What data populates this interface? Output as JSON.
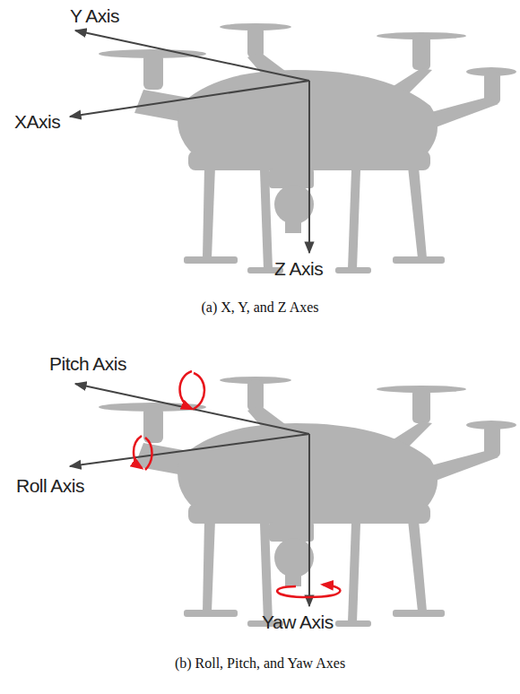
{
  "diagram": {
    "labels": [
      "Y Axis",
      "XAxis",
      "Z Axis",
      "(a) X, Y, and Z Axes",
      "Pitch Axis",
      "Roll Axis",
      "Yaw Axis",
      "(b) Roll, Pitch, and Yaw Axes"
    ]
  }
}
